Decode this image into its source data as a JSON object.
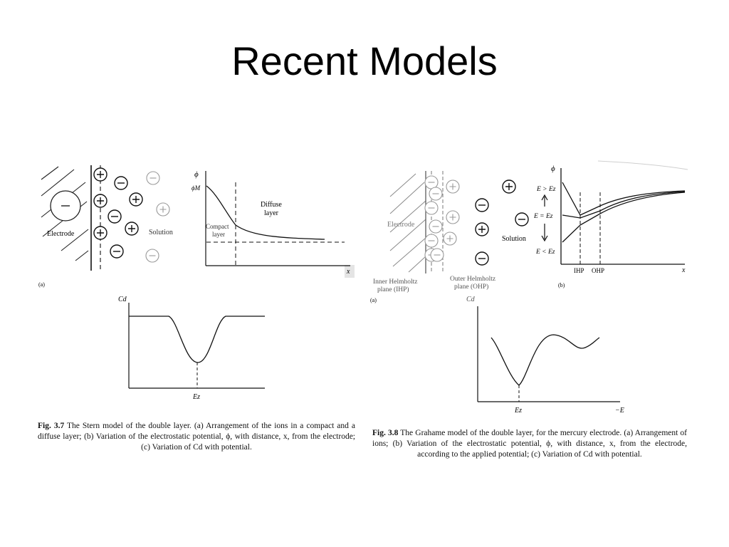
{
  "slide": {
    "title": "Recent Models"
  },
  "stern": {
    "panel_a": {
      "electrode_label": "Electrode",
      "solution_label": "Solution",
      "tag": "(a)",
      "ions": [
        "+",
        "−"
      ]
    },
    "panel_b": {
      "y_label": "ϕ",
      "y_mark": "ϕM",
      "x_label": "x",
      "compact_label": [
        "Compact",
        "layer"
      ],
      "diffuse_label": [
        "Diffuse",
        "layer"
      ]
    },
    "panel_c": {
      "y_label": "Cd",
      "x_mark": "Ez"
    },
    "caption": {
      "fig": "Fig. 3.7",
      "text": "The Stern model of the double layer. (a) Arrangement of the ions in a compact and a diffuse layer; (b) Variation of the electrostatic potential, ϕ, with distance, x, from the electrode; (c) Variation of Cd with potential."
    }
  },
  "grahame": {
    "panel_a": {
      "electrode_label": "Electrode",
      "solution_label": "Solution",
      "ihp_label": [
        "Inner Helmholtz",
        "plane (IHP)"
      ],
      "ohp_label": [
        "Outer Helmholtz",
        "plane (OHP)"
      ],
      "tag": "(a)"
    },
    "panel_b": {
      "y_label": "ϕ",
      "x_label": "x",
      "curve_labels": [
        "E > Ez",
        "E = Ez",
        "E < Ez"
      ],
      "plane_labels": [
        "IHP",
        "OHP"
      ],
      "tag": "(b)"
    },
    "panel_c": {
      "y_label": "Cd",
      "x_mark": "Ez",
      "x_label": "−E"
    },
    "caption": {
      "fig": "Fig. 3.8",
      "text": "The Grahame model of the double layer, for the mercury electrode. (a) Arrangement of ions; (b) Variation of the electrostatic potential, ϕ, with distance, x, from the electrode, according to the applied potential; (c) Variation of Cd with potential."
    }
  }
}
